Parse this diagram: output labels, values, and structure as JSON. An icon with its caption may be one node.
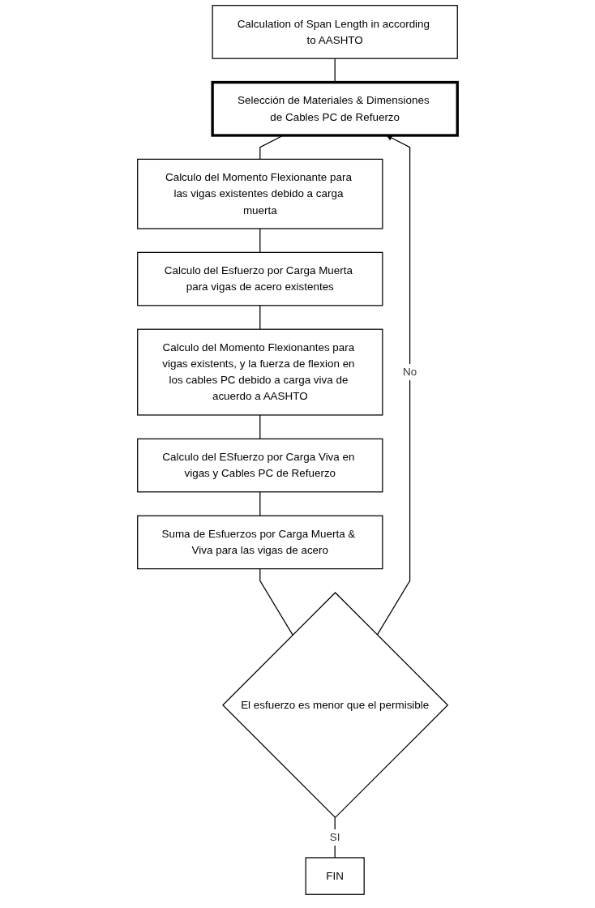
{
  "diagram": {
    "nodes": [
      {
        "text": [
          "Calculation of Span Length in according to AASHTO"
        ]
      },
      {
        "text": [
          "Selección de Materiales & Dimensiones de Cables PC de Refuerzo"
        ]
      },
      {
        "text": [
          "Calculo del Momento Flexionante para las vigas existentes debido a carga muerta"
        ]
      },
      {
        "text": [
          "Calculo del Esfuerzo por Carga Muerta para vigas de acero existentes"
        ]
      },
      {
        "text": [
          "Calculo del Momento Flexionantes para vigas existents, y la fuerza de flexion en los cables PC debido a carga viva de acuerdo a AASHTO"
        ]
      },
      {
        "text": [
          "Calculo del ESfuerzo por Carga Viva en vigas y Cables PC de Refuerzo"
        ]
      },
      {
        "text": [
          "Suma de Esfuerzos por Carga Muerta & Viva para las vigas de acero"
        ]
      },
      {
        "text": [
          "El esfuerzo es menor que el permisible"
        ]
      },
      {
        "text": [
          "FIN"
        ]
      }
    ],
    "edges": [
      {
        "from": 0,
        "to": 1,
        "arrow": "none"
      },
      {
        "from": 1,
        "to": 2,
        "arrow": "none"
      },
      {
        "from": 2,
        "to": 3,
        "arrow": "none"
      },
      {
        "from": 3,
        "to": 4,
        "arrow": "none"
      },
      {
        "from": 4,
        "to": 5,
        "arrow": "none"
      },
      {
        "from": 5,
        "to": 6,
        "arrow": "none"
      },
      {
        "from": 6,
        "to": 7,
        "arrow": "none"
      },
      {
        "from": 7,
        "to": 8,
        "arrow": "none",
        "label": "SI"
      },
      {
        "from": 7,
        "to": 1,
        "arrow": "to",
        "label": "No"
      }
    ]
  }
}
